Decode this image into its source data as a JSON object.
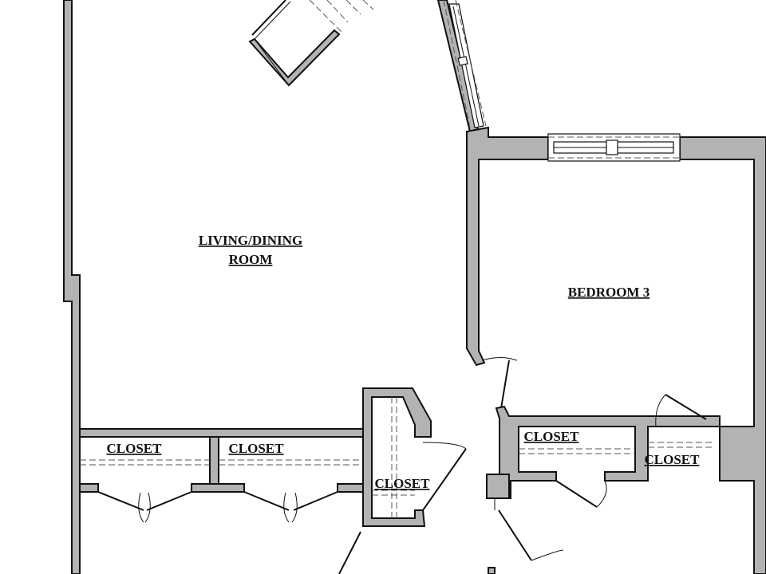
{
  "rooms": {
    "living_line1": "LIVING/DINING",
    "living_line2": "ROOM",
    "bedroom3": "BEDROOM 3",
    "closet_a": "CLOSET",
    "closet_b": "CLOSET",
    "closet_c": "CLOSET",
    "closet_d": "CLOSET",
    "closet_e": "CLOSET"
  },
  "colors": {
    "wall_fill": "#b3b3b3",
    "line": "#111111",
    "background": "#ffffff"
  }
}
